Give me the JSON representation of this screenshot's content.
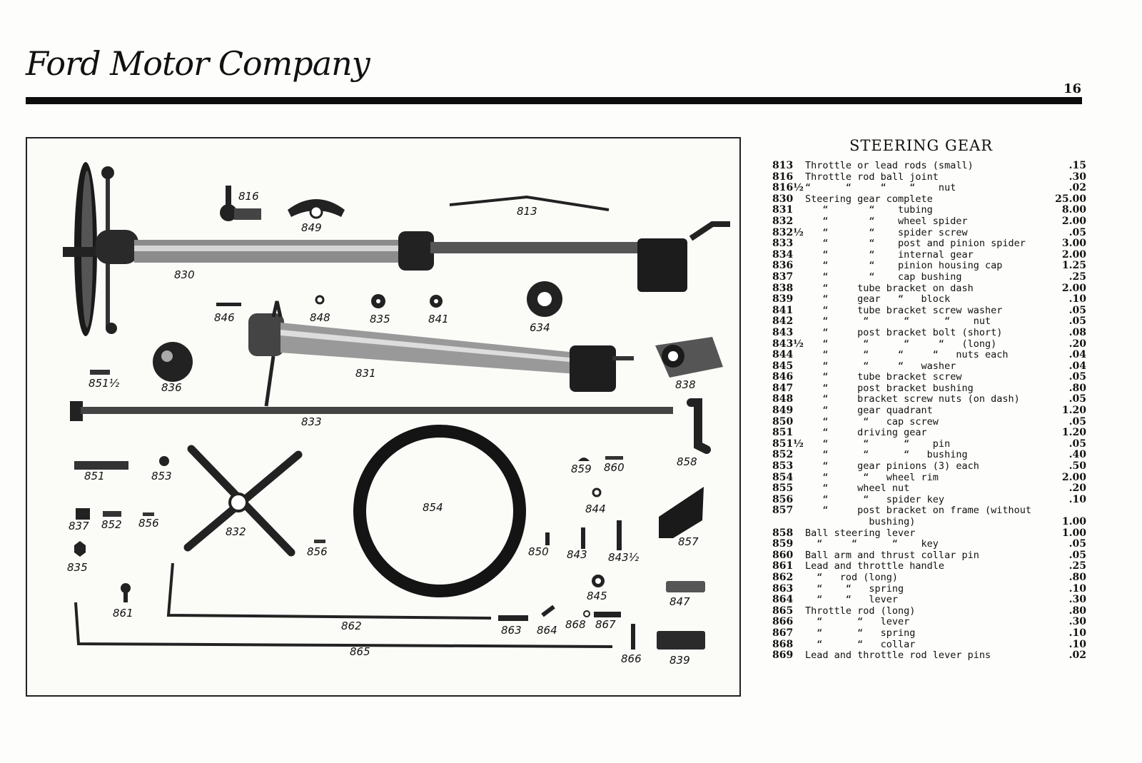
{
  "header": {
    "logo_text": "Ford Motor Company",
    "page_number": "16"
  },
  "section_title": "STEERING GEAR",
  "callouts": [
    "816",
    "849",
    "813",
    "830",
    "846",
    "848",
    "835",
    "841",
    "634",
    "836",
    "851½",
    "831",
    "838",
    "833",
    "851",
    "853",
    "859",
    "860",
    "858",
    "854",
    "844",
    "837",
    "852",
    "856",
    "832",
    "856",
    "857",
    "835",
    "850",
    "843",
    "843½",
    "861",
    "845",
    "847",
    "862",
    "863",
    "864",
    "868",
    "867",
    "865",
    "866",
    "839"
  ],
  "parts": [
    {
      "num": "813",
      "desc": "Throttle or lead rods (small)",
      "price": ".15"
    },
    {
      "num": "816",
      "desc": "Throttle rod ball joint",
      "price": ".30"
    },
    {
      "num": "816½",
      "desc": "“      “     “    “    nut",
      "price": ".02"
    },
    {
      "num": "830",
      "desc": "Steering gear complete",
      "price": "25.00"
    },
    {
      "num": "831",
      "desc": "   “       “    tubing",
      "price": "8.00"
    },
    {
      "num": "832",
      "desc": "   “       “    wheel spider",
      "price": "2.00"
    },
    {
      "num": "832½",
      "desc": "   “       “    spider screw",
      "price": ".05"
    },
    {
      "num": "833",
      "desc": "   “       “    post and pinion spider",
      "price": "3.00"
    },
    {
      "num": "834",
      "desc": "   “       “    internal gear",
      "price": "2.00"
    },
    {
      "num": "836",
      "desc": "   “       “    pinion housing cap",
      "price": "1.25"
    },
    {
      "num": "837",
      "desc": "   “       “    cap bushing",
      "price": ".25"
    },
    {
      "num": "838",
      "desc": "   “     tube bracket on dash",
      "price": "2.00"
    },
    {
      "num": "839",
      "desc": "   “     gear   “   block",
      "price": ".10"
    },
    {
      "num": "841",
      "desc": "   “     tube bracket screw washer",
      "price": ".05"
    },
    {
      "num": "842",
      "desc": "   “      “      “      “    nut",
      "price": ".05"
    },
    {
      "num": "843",
      "desc": "   “     post bracket bolt (short)",
      "price": ".08"
    },
    {
      "num": "843½",
      "desc": "   “      “      “     “   (long)",
      "price": ".20"
    },
    {
      "num": "844",
      "desc": "   “      “     “     “   nuts each",
      "price": ".04"
    },
    {
      "num": "845",
      "desc": "   “      “     “   washer",
      "price": ".04"
    },
    {
      "num": "846",
      "desc": "   “     tube bracket screw",
      "price": ".05"
    },
    {
      "num": "847",
      "desc": "   “     post bracket bushing",
      "price": ".80"
    },
    {
      "num": "848",
      "desc": "   “     bracket screw nuts (on dash)",
      "price": ".05"
    },
    {
      "num": "849",
      "desc": "   “     gear quadrant",
      "price": "1.20"
    },
    {
      "num": "850",
      "desc": "   “      “   cap screw",
      "price": ".05"
    },
    {
      "num": "851",
      "desc": "   “     driving gear",
      "price": "1.20"
    },
    {
      "num": "851½",
      "desc": "   “      “      “    pin",
      "price": ".05"
    },
    {
      "num": "852",
      "desc": "   “      “      “   bushing",
      "price": ".40"
    },
    {
      "num": "853",
      "desc": "   “     gear pinions (3) each",
      "price": ".50"
    },
    {
      "num": "854",
      "desc": "   “      “   wheel rim",
      "price": "2.00"
    },
    {
      "num": "855",
      "desc": "   “     wheel nut",
      "price": ".20"
    },
    {
      "num": "856",
      "desc": "   “      “   spider key",
      "price": ".10"
    },
    {
      "num": "857",
      "desc": "   “     post bracket on frame (without",
      "price": ""
    },
    {
      "num": "",
      "desc": "           bushing)",
      "price": "1.00"
    },
    {
      "num": "858",
      "desc": "Ball steering lever",
      "price": "1.00"
    },
    {
      "num": "859",
      "desc": "  “     “      “    key",
      "price": ".05"
    },
    {
      "num": "860",
      "desc": "Ball arm and thrust collar pin",
      "price": ".05"
    },
    {
      "num": "861",
      "desc": "Lead and throttle handle",
      "price": ".25"
    },
    {
      "num": "862",
      "desc": "  “   rod (long)",
      "price": ".80"
    },
    {
      "num": "863",
      "desc": "  “    “   spring",
      "price": ".10"
    },
    {
      "num": "864",
      "desc": "  “    “   lever",
      "price": ".30"
    },
    {
      "num": "865",
      "desc": "Throttle rod (long)",
      "price": ".80"
    },
    {
      "num": "866",
      "desc": "  “      “   lever",
      "price": ".30"
    },
    {
      "num": "867",
      "desc": "  “      “   spring",
      "price": ".10"
    },
    {
      "num": "868",
      "desc": "  “      “   collar",
      "price": ".10"
    },
    {
      "num": "869",
      "desc": "Lead and throttle rod lever pins",
      "price": ".02"
    }
  ]
}
